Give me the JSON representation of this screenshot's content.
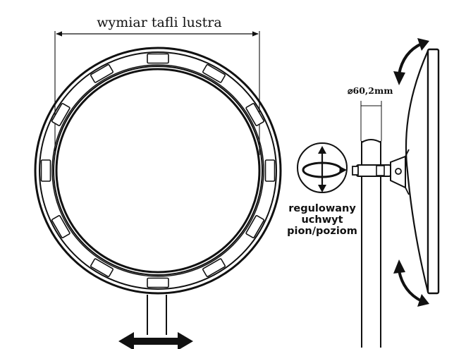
{
  "labels": {
    "mirror_dimension": "wymiar tafli lustra",
    "pipe_diameter": "⌀60,2mm",
    "bracket_line1": "regulowany",
    "bracket_line2": "uchwyt",
    "bracket_line3": "pion/poziom"
  },
  "colors": {
    "stroke": "#111111",
    "background": "#ffffff"
  },
  "icons": {
    "rotation_symbol": "rotate-3d-icon",
    "tilt_arrows": "curved-double-arrow-icon",
    "swivel_arrow": "horizontal-double-arrow-icon"
  }
}
